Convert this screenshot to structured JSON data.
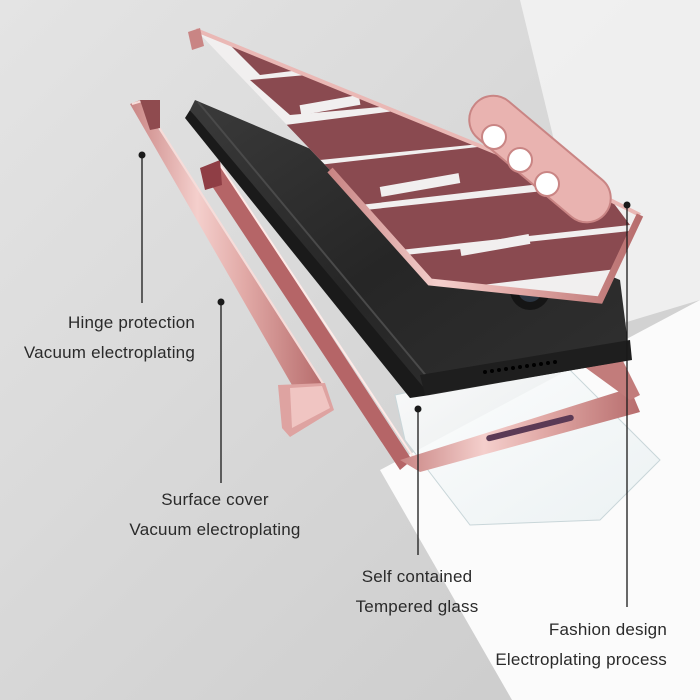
{
  "colors": {
    "background_grey": "#d4d4d4",
    "background_white": "#fafafa",
    "rose_gold": "#e3adab",
    "rose_gold_light": "#f3cfcc",
    "rose_gold_dark": "#b9706f",
    "mauve": "#8a4a50",
    "phone_body": "#2e2e2e",
    "phone_edge": "#1c1c1c",
    "text": "#2a2a2a",
    "leader_line": "#1a1a1a"
  },
  "callouts": [
    {
      "id": "hinge-protection",
      "line1": "Hinge protection",
      "line2": "Vacuum electroplating",
      "dot": [
        142,
        155
      ],
      "line_end": [
        142,
        303
      ]
    },
    {
      "id": "surface-cover",
      "line1": "Surface cover",
      "line2": "Vacuum electroplating",
      "dot": [
        221,
        302
      ],
      "line_end": [
        221,
        483
      ]
    },
    {
      "id": "tempered-glass",
      "line1": "Self contained",
      "line2": "Tempered glass",
      "dot": [
        418,
        409
      ],
      "line_end": [
        418,
        555
      ]
    },
    {
      "id": "fashion-design",
      "line1": "Fashion design",
      "line2": "Electroplating process",
      "dot": [
        627,
        205
      ],
      "line_end": [
        627,
        607
      ]
    }
  ]
}
